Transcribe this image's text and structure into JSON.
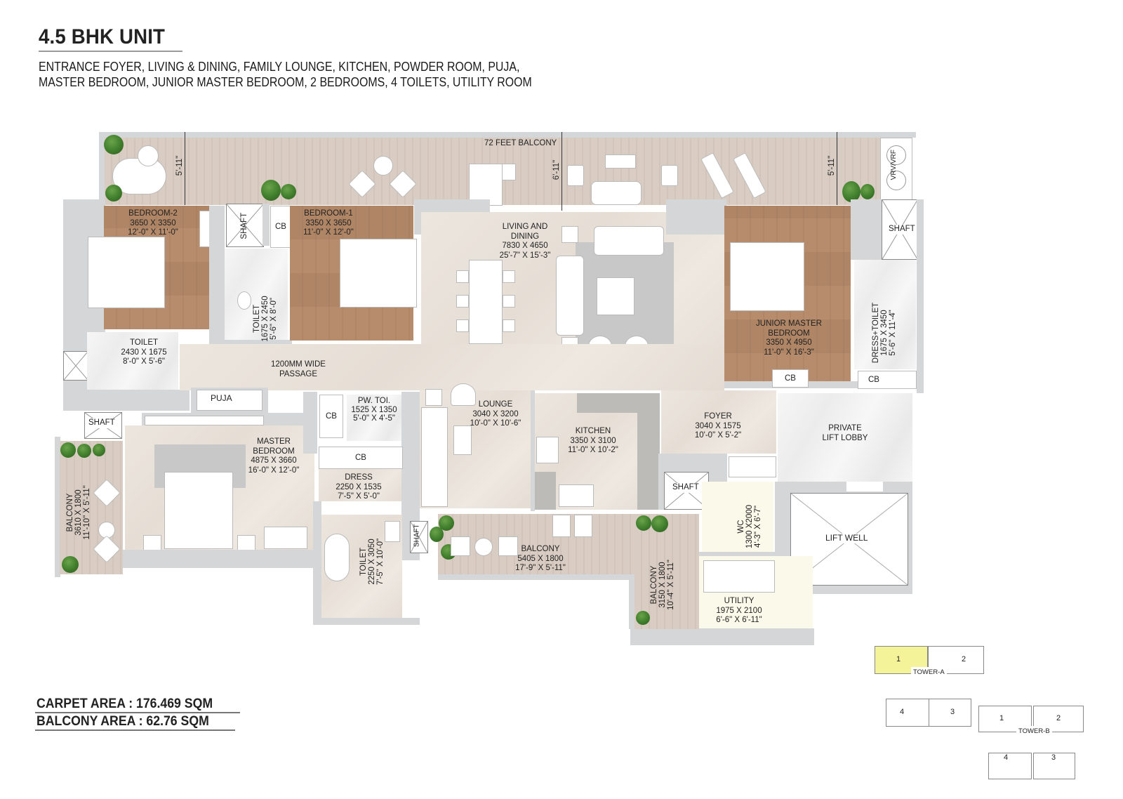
{
  "header": {
    "title": "4.5 BHK UNIT",
    "subtitle_line1": "ENTRANCE FOYER, LIVING & DINING, FAMILY LOUNGE, KITCHEN, POWDER ROOM, PUJA,",
    "subtitle_line2": "MASTER BEDROOM, JUNIOR MASTER BEDROOM, 2 BEDROOMS, 4 TOILETS, UTILITY ROOM"
  },
  "areas": {
    "carpet": "CARPET AREA : 176.469 SQM",
    "balcony": "BALCONY AREA : 62.76 SQM"
  },
  "plan": {
    "top_balcony": {
      "name": "72 FEET BALCONY",
      "dims": [
        "5'-11\"",
        "6'-11\"",
        "5'-11\""
      ]
    },
    "vrv": "VRV/VRF",
    "rooms": {
      "bedroom2": {
        "name": "BEDROOM-2",
        "mm": "3650 X 3350",
        "ft": "12'-0\" X 11'-0\""
      },
      "bedroom1": {
        "name": "BEDROOM-1",
        "mm": "3350 X 3650",
        "ft": "11'-0\" X 12'-0\""
      },
      "toilet_b": {
        "name": "TOILET",
        "mm": "1675 X 2450",
        "ft": "5'-6\" X 8'-0\""
      },
      "living": {
        "name1": "LIVING AND",
        "name2": "DINING",
        "mm": "7830 X 4650",
        "ft": "25'-7\" X 15'-3\""
      },
      "junior": {
        "name1": "JUNIOR MASTER",
        "name2": "BEDROOM",
        "mm": "3350 X 4950",
        "ft": "11'-0\" X 16'-3\""
      },
      "dress_toilet": {
        "name": "DRESS+TOILET",
        "mm": "1675 X 3450",
        "ft": "5'-6\" X 11'-4\""
      },
      "toilet_a": {
        "name": "TOILET",
        "mm": "2430 X 1675",
        "ft": "8'-0\" X 5'-6\""
      },
      "passage": {
        "line1": "1200MM WIDE",
        "line2": "PASSAGE"
      },
      "puja": {
        "name": "PUJA"
      },
      "pw_toi": {
        "name": "PW. TOI.",
        "mm": "1525 X 1350",
        "ft": "5'-0\" X 4'-5\""
      },
      "lounge": {
        "name": "LOUNGE",
        "mm": "3040 X 3200",
        "ft": "10'-0\" X 10'-6\""
      },
      "kitchen": {
        "name": "KITCHEN",
        "mm": "3350 X 3100",
        "ft": "11'-0\" X 10'-2\""
      },
      "foyer": {
        "name": "FOYER",
        "mm": "3040 X 1575",
        "ft": "10'-0\" X 5'-2\""
      },
      "lift_lobby": {
        "name1": "PRIVATE",
        "name2": "LIFT LOBBY"
      },
      "master": {
        "name1": "MASTER",
        "name2": "BEDROOM",
        "mm": "4875 X 3660",
        "ft": "16'-0\" X 12'-0\""
      },
      "dress": {
        "name": "DRESS",
        "mm": "2250 X 1535",
        "ft": "7'-5\" X 5'-0\""
      },
      "toilet_m": {
        "name": "TOILET",
        "mm": "2250 X 3050",
        "ft": "7'-5\" X 10'-0\""
      },
      "balcony_left": {
        "name": "BALCONY",
        "mm": "3610 X 1800",
        "ft": "11'-10\" X 5'-11\""
      },
      "balcony_mid": {
        "name": "BALCONY",
        "mm": "5405 X 1800",
        "ft": "17'-9\" X 5'-11\""
      },
      "balcony_right": {
        "name": "BALCONY",
        "mm": "3150 X 1800",
        "ft": "10'-4\" X 5'-11\""
      },
      "wc": {
        "name": "WC",
        "mm": "1300 X2000",
        "ft": "4'-3\" X 6'-7\""
      },
      "utility": {
        "name": "UTILITY",
        "mm": "1975 X 2100",
        "ft": "6'-6\" X 6'-11\""
      },
      "lift_well": {
        "name": "LIFT WELL"
      }
    },
    "shaft_label": "SHAFT",
    "cb_label": "CB"
  },
  "key_plan": {
    "tower_a": {
      "label": "TOWER-A",
      "units": [
        "1",
        "2",
        "3",
        "4"
      ],
      "selected_unit": "1"
    },
    "tower_b": {
      "label": "TOWER-B",
      "units": [
        "1",
        "2",
        "3",
        "4"
      ]
    },
    "highlight_color": "#f4f39a"
  }
}
